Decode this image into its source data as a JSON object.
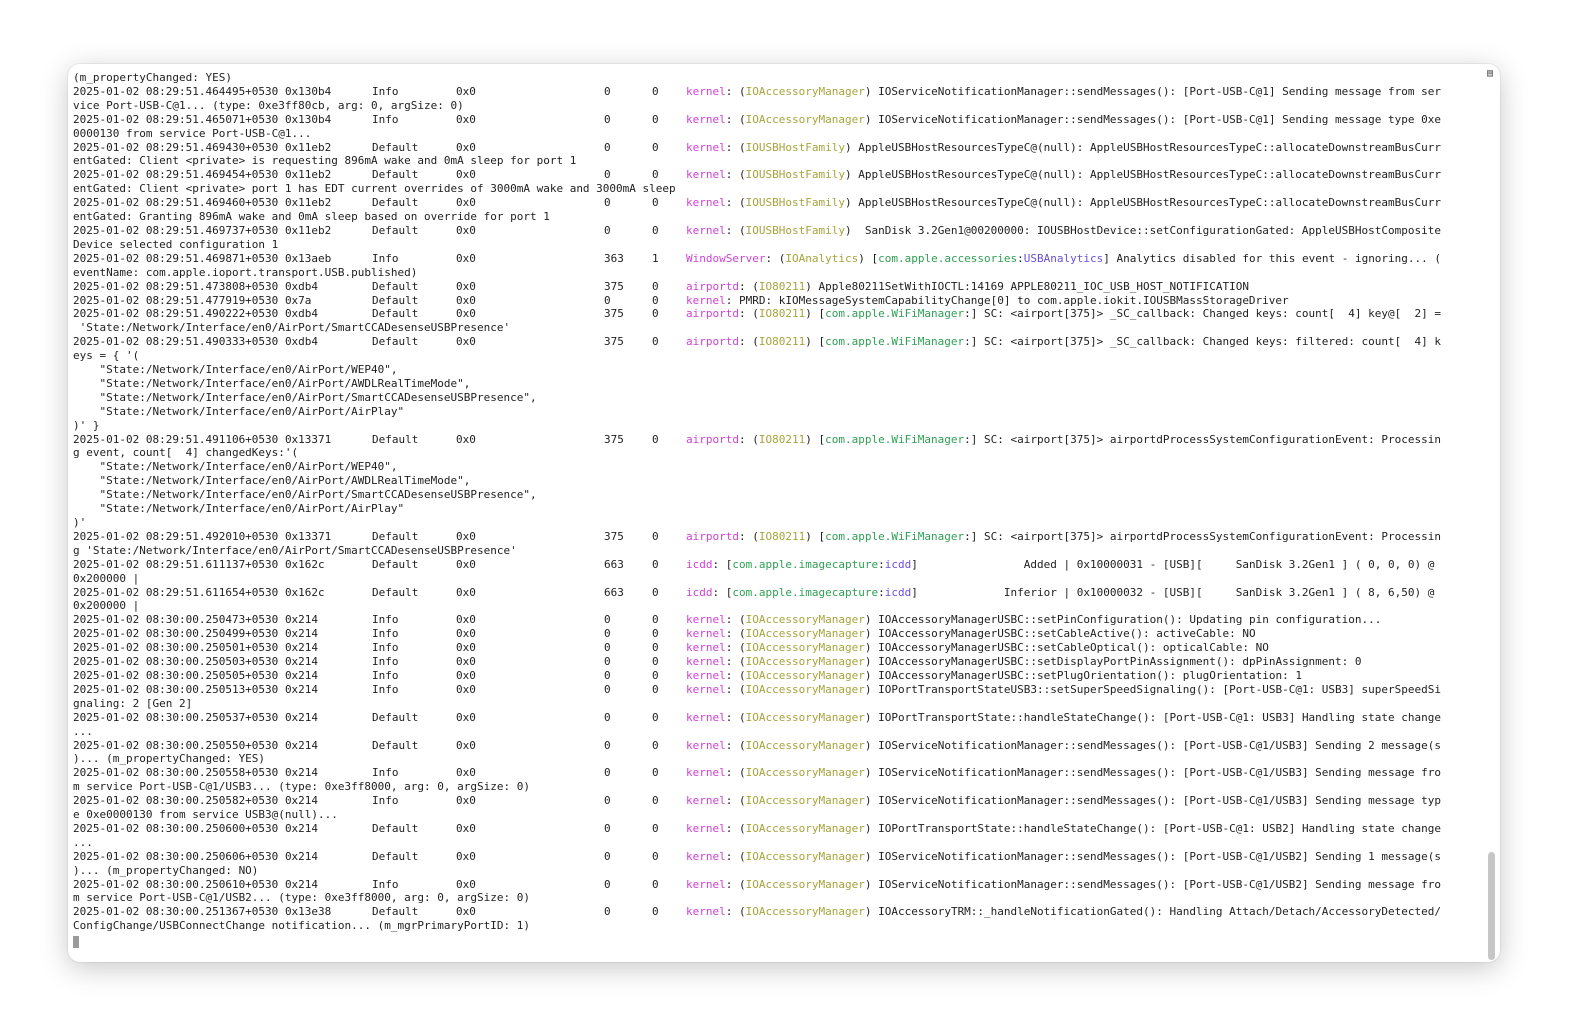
{
  "colors": {
    "process": "#d042d6",
    "subsystem": "#a7a43d",
    "category": "#2f9f55",
    "category_alt": "#6a4fd8",
    "text": "#1e1e1e"
  },
  "leading": [
    "(m_propertyChanged: YES)"
  ],
  "entries": [
    {
      "ts": "2025-01-02 08:29:51.464495+0530",
      "thread": "0x130b4",
      "type": "Info",
      "activity": "0x0",
      "pid": "0",
      "ttl": "0",
      "process": "kernel",
      "sub": "IOAccessoryManager",
      "msg": "IOServiceNotificationManager::sendMessages(): [Port-USB-C@1] Sending message from ser",
      "cont": [
        "vice Port-USB-C@1... (type: 0xe3ff80cb, arg: 0, argSize: 0)"
      ]
    },
    {
      "ts": "2025-01-02 08:29:51.465071+0530",
      "thread": "0x130b4",
      "type": "Info",
      "activity": "0x0",
      "pid": "0",
      "ttl": "0",
      "process": "kernel",
      "sub": "IOAccessoryManager",
      "msg": "IOServiceNotificationManager::sendMessages(): [Port-USB-C@1] Sending message type 0xe",
      "cont": [
        "0000130 from service Port-USB-C@1..."
      ]
    },
    {
      "ts": "2025-01-02 08:29:51.469430+0530",
      "thread": "0x11eb2",
      "type": "Default",
      "activity": "0x0",
      "pid": "0",
      "ttl": "0",
      "process": "kernel",
      "sub": "IOUSBHostFamily",
      "msg": "AppleUSBHostResourcesTypeC@(null): AppleUSBHostResourcesTypeC::allocateDownstreamBusCurr",
      "cont": [
        "entGated: Client <private> is requesting 896mA wake and 0mA sleep for port 1"
      ]
    },
    {
      "ts": "2025-01-02 08:29:51.469454+0530",
      "thread": "0x11eb2",
      "type": "Default",
      "activity": "0x0",
      "pid": "0",
      "ttl": "0",
      "process": "kernel",
      "sub": "IOUSBHostFamily",
      "msg": "AppleUSBHostResourcesTypeC@(null): AppleUSBHostResourcesTypeC::allocateDownstreamBusCurr",
      "cont": [
        "entGated: Client <private> port 1 has EDT current overrides of 3000mA wake and 3000mA sleep"
      ]
    },
    {
      "ts": "2025-01-02 08:29:51.469460+0530",
      "thread": "0x11eb2",
      "type": "Default",
      "activity": "0x0",
      "pid": "0",
      "ttl": "0",
      "process": "kernel",
      "sub": "IOUSBHostFamily",
      "msg": "AppleUSBHostResourcesTypeC@(null): AppleUSBHostResourcesTypeC::allocateDownstreamBusCurr",
      "cont": [
        "entGated: Granting 896mA wake and 0mA sleep based on override for port 1"
      ]
    },
    {
      "ts": "2025-01-02 08:29:51.469737+0530",
      "thread": "0x11eb2",
      "type": "Default",
      "activity": "0x0",
      "pid": "0",
      "ttl": "0",
      "process": "kernel",
      "sub": "IOUSBHostFamily",
      "msg": " SanDisk 3.2Gen1@00200000: IOUSBHostDevice::setConfigurationGated: AppleUSBHostComposite",
      "cont": [
        "Device selected configuration 1"
      ]
    },
    {
      "ts": "2025-01-02 08:29:51.469871+0530",
      "thread": "0x13aeb",
      "type": "Info",
      "activity": "0x0",
      "pid": "363",
      "ttl": "1",
      "process": "WindowServer",
      "sub": "IOAnalytics",
      "cat": "com.apple.accessories",
      "cat2": "USBAnalytics",
      "msg": "Analytics disabled for this event - ignoring... (",
      "cont": [
        "eventName: com.apple.ioport.transport.USB.published)"
      ]
    },
    {
      "ts": "2025-01-02 08:29:51.473808+0530",
      "thread": "0xdb4",
      "type": "Default",
      "activity": "0x0",
      "pid": "375",
      "ttl": "0",
      "process": "airportd",
      "sub": "IO80211",
      "msg": "Apple80211SetWithIOCTL:14169 APPLE80211_IOC_USB_HOST_NOTIFICATION",
      "cont": []
    },
    {
      "ts": "2025-01-02 08:29:51.477919+0530",
      "thread": "0x7a",
      "type": "Default",
      "activity": "0x0",
      "pid": "0",
      "ttl": "0",
      "process": "kernel",
      "plain": true,
      "msg": "PMRD: kIOMessageSystemCapabilityChange[0] to com.apple.iokit.IOUSBMassStorageDriver",
      "cont": []
    },
    {
      "ts": "2025-01-02 08:29:51.490222+0530",
      "thread": "0xdb4",
      "type": "Default",
      "activity": "0x0",
      "pid": "375",
      "ttl": "0",
      "process": "airportd",
      "sub": "IO80211",
      "cat": "com.apple.WiFiManager",
      "msg": "SC: <airport[375]> _SC_callback: Changed keys: count[  4] key@[  2] =",
      "cont": [
        " 'State:/Network/Interface/en0/AirPort/SmartCCADesenseUSBPresence'"
      ]
    },
    {
      "ts": "2025-01-02 08:29:51.490333+0530",
      "thread": "0xdb4",
      "type": "Default",
      "activity": "0x0",
      "pid": "375",
      "ttl": "0",
      "process": "airportd",
      "sub": "IO80211",
      "cat": "com.apple.WiFiManager",
      "msg": "SC: <airport[375]> _SC_callback: Changed keys: filtered: count[  4] k",
      "cont": [
        "eys = { '(",
        "    \"State:/Network/Interface/en0/AirPort/WEP40\",",
        "    \"State:/Network/Interface/en0/AirPort/AWDLRealTimeMode\",",
        "    \"State:/Network/Interface/en0/AirPort/SmartCCADesenseUSBPresence\",",
        "    \"State:/Network/Interface/en0/AirPort/AirPlay\"",
        ")' }"
      ]
    },
    {
      "ts": "2025-01-02 08:29:51.491106+0530",
      "thread": "0x13371",
      "type": "Default",
      "activity": "0x0",
      "pid": "375",
      "ttl": "0",
      "process": "airportd",
      "sub": "IO80211",
      "cat": "com.apple.WiFiManager",
      "msg": "SC: <airport[375]> airportdProcessSystemConfigurationEvent: Processin",
      "cont": [
        "g event, count[  4] changedKeys:'(",
        "    \"State:/Network/Interface/en0/AirPort/WEP40\",",
        "    \"State:/Network/Interface/en0/AirPort/AWDLRealTimeMode\",",
        "    \"State:/Network/Interface/en0/AirPort/SmartCCADesenseUSBPresence\",",
        "    \"State:/Network/Interface/en0/AirPort/AirPlay\"",
        ")'"
      ]
    },
    {
      "ts": "2025-01-02 08:29:51.492010+0530",
      "thread": "0x13371",
      "type": "Default",
      "activity": "0x0",
      "pid": "375",
      "ttl": "0",
      "process": "airportd",
      "sub": "IO80211",
      "cat": "com.apple.WiFiManager",
      "msg": "SC: <airport[375]> airportdProcessSystemConfigurationEvent: Processin",
      "cont": [
        "g 'State:/Network/Interface/en0/AirPort/SmartCCADesenseUSBPresence'"
      ]
    },
    {
      "ts": "2025-01-02 08:29:51.611137+0530",
      "thread": "0x162c",
      "type": "Default",
      "activity": "0x0",
      "pid": "663",
      "ttl": "0",
      "process": "icdd",
      "icdd": true,
      "icddmsg": "                Added | 0x10000031 - [USB][     SanDisk 3.2Gen1 ] ( 0, 0, 0) @",
      "cont": [
        "0x200000 |"
      ]
    },
    {
      "ts": "2025-01-02 08:29:51.611654+0530",
      "thread": "0x162c",
      "type": "Default",
      "activity": "0x0",
      "pid": "663",
      "ttl": "0",
      "process": "icdd",
      "icdd": true,
      "icddmsg": "             Inferior | 0x10000032 - [USB][     SanDisk 3.2Gen1 ] ( 8, 6,50) @",
      "cont": [
        "0x200000 |"
      ]
    },
    {
      "ts": "2025-01-02 08:30:00.250473+0530",
      "thread": "0x214",
      "type": "Info",
      "activity": "0x0",
      "pid": "0",
      "ttl": "0",
      "process": "kernel",
      "sub": "IOAccessoryManager",
      "msg": "IOAccessoryManagerUSBC::setPinConfiguration(): Updating pin configuration...",
      "cont": []
    },
    {
      "ts": "2025-01-02 08:30:00.250499+0530",
      "thread": "0x214",
      "type": "Info",
      "activity": "0x0",
      "pid": "0",
      "ttl": "0",
      "process": "kernel",
      "sub": "IOAccessoryManager",
      "msg": "IOAccessoryManagerUSBC::setCableActive(): activeCable: NO",
      "cont": []
    },
    {
      "ts": "2025-01-02 08:30:00.250501+0530",
      "thread": "0x214",
      "type": "Info",
      "activity": "0x0",
      "pid": "0",
      "ttl": "0",
      "process": "kernel",
      "sub": "IOAccessoryManager",
      "msg": "IOAccessoryManagerUSBC::setCableOptical(): opticalCable: NO",
      "cont": []
    },
    {
      "ts": "2025-01-02 08:30:00.250503+0530",
      "thread": "0x214",
      "type": "Info",
      "activity": "0x0",
      "pid": "0",
      "ttl": "0",
      "process": "kernel",
      "sub": "IOAccessoryManager",
      "msg": "IOAccessoryManagerUSBC::setDisplayPortPinAssignment(): dpPinAssignment: 0",
      "cont": []
    },
    {
      "ts": "2025-01-02 08:30:00.250505+0530",
      "thread": "0x214",
      "type": "Info",
      "activity": "0x0",
      "pid": "0",
      "ttl": "0",
      "process": "kernel",
      "sub": "IOAccessoryManager",
      "msg": "IOAccessoryManagerUSBC::setPlugOrientation(): plugOrientation: 1",
      "cont": []
    },
    {
      "ts": "2025-01-02 08:30:00.250513+0530",
      "thread": "0x214",
      "type": "Info",
      "activity": "0x0",
      "pid": "0",
      "ttl": "0",
      "process": "kernel",
      "sub": "IOAccessoryManager",
      "msg": "IOPortTransportStateUSB3::setSuperSpeedSignaling(): [Port-USB-C@1: USB3] superSpeedSi",
      "cont": [
        "gnaling: 2 [Gen 2]"
      ]
    },
    {
      "ts": "2025-01-02 08:30:00.250537+0530",
      "thread": "0x214",
      "type": "Default",
      "activity": "0x0",
      "pid": "0",
      "ttl": "0",
      "process": "kernel",
      "sub": "IOAccessoryManager",
      "msg": "IOPortTransportState::handleStateChange(): [Port-USB-C@1: USB3] Handling state change",
      "cont": [
        "..."
      ]
    },
    {
      "ts": "2025-01-02 08:30:00.250550+0530",
      "thread": "0x214",
      "type": "Default",
      "activity": "0x0",
      "pid": "0",
      "ttl": "0",
      "process": "kernel",
      "sub": "IOAccessoryManager",
      "msg": "IOServiceNotificationManager::sendMessages(): [Port-USB-C@1/USB3] Sending 2 message(s",
      "cont": [
        ")... (m_propertyChanged: YES)"
      ]
    },
    {
      "ts": "2025-01-02 08:30:00.250558+0530",
      "thread": "0x214",
      "type": "Info",
      "activity": "0x0",
      "pid": "0",
      "ttl": "0",
      "process": "kernel",
      "sub": "IOAccessoryManager",
      "msg": "IOServiceNotificationManager::sendMessages(): [Port-USB-C@1/USB3] Sending message fro",
      "cont": [
        "m service Port-USB-C@1/USB3... (type: 0xe3ff8000, arg: 0, argSize: 0)"
      ]
    },
    {
      "ts": "2025-01-02 08:30:00.250582+0530",
      "thread": "0x214",
      "type": "Info",
      "activity": "0x0",
      "pid": "0",
      "ttl": "0",
      "process": "kernel",
      "sub": "IOAccessoryManager",
      "msg": "IOServiceNotificationManager::sendMessages(): [Port-USB-C@1/USB3] Sending message typ",
      "cont": [
        "e 0xe0000130 from service USB3@(null)..."
      ]
    },
    {
      "ts": "2025-01-02 08:30:00.250600+0530",
      "thread": "0x214",
      "type": "Default",
      "activity": "0x0",
      "pid": "0",
      "ttl": "0",
      "process": "kernel",
      "sub": "IOAccessoryManager",
      "msg": "IOPortTransportState::handleStateChange(): [Port-USB-C@1: USB2] Handling state change",
      "cont": [
        "..."
      ]
    },
    {
      "ts": "2025-01-02 08:30:00.250606+0530",
      "thread": "0x214",
      "type": "Default",
      "activity": "0x0",
      "pid": "0",
      "ttl": "0",
      "process": "kernel",
      "sub": "IOAccessoryManager",
      "msg": "IOServiceNotificationManager::sendMessages(): [Port-USB-C@1/USB2] Sending 1 message(s",
      "cont": [
        ")... (m_propertyChanged: NO)"
      ]
    },
    {
      "ts": "2025-01-02 08:30:00.250610+0530",
      "thread": "0x214",
      "type": "Info",
      "activity": "0x0",
      "pid": "0",
      "ttl": "0",
      "process": "kernel",
      "sub": "IOAccessoryManager",
      "msg": "IOServiceNotificationManager::sendMessages(): [Port-USB-C@1/USB2] Sending message fro",
      "cont": [
        "m service Port-USB-C@1/USB2... (type: 0xe3ff8000, arg: 0, argSize: 0)"
      ]
    },
    {
      "ts": "2025-01-02 08:30:00.251367+0530",
      "thread": "0x13e38",
      "type": "Default",
      "activity": "0x0",
      "pid": "0",
      "ttl": "0",
      "process": "kernel",
      "sub": "IOAccessoryManager",
      "msg": "IOAccessoryTRM::_handleNotificationGated(): Handling Attach/Detach/AccessoryDetected/",
      "cont": [
        "ConfigChange/USBConnectChange notification... (m_mgrPrimaryPortID: 1)"
      ]
    }
  ],
  "icdd_category": "com.apple.imagecapture",
  "icdd_sub": "icdd",
  "corner_icon": "document-icon"
}
